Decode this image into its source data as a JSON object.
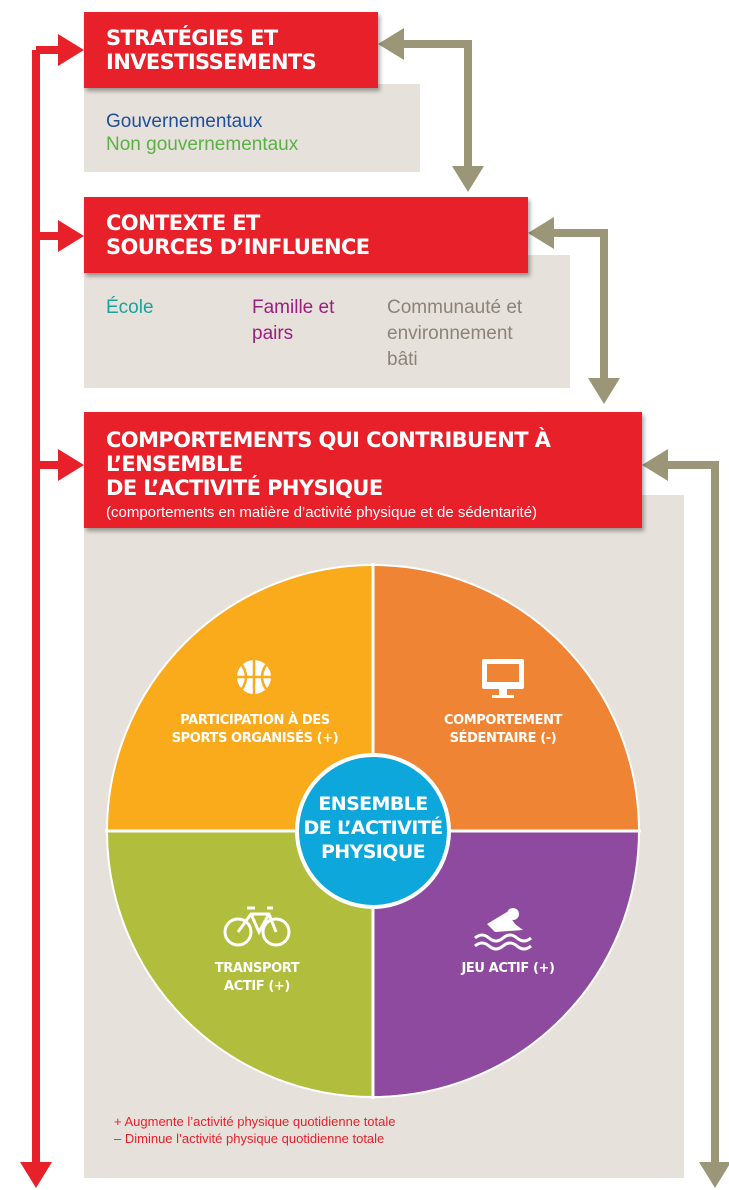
{
  "colors": {
    "red": "#e8202a",
    "olive_arrow": "#9b9677",
    "panel_bg": "#e6e1da",
    "governmental": "#1f4e9a",
    "non_governmental": "#5cb046",
    "school": "#1aa39b",
    "family": "#9c1f7e",
    "community": "#8c8378",
    "sports": "#f9ab1c",
    "sedentary": "#ee8434",
    "transport": "#b1bd3c",
    "play": "#8e4a9e",
    "center": "#0ea7dc"
  },
  "strategies": {
    "title_line1": "STRATÉGIES ET",
    "title_line2": "INVESTISSEMENTS",
    "governmental": "Gouvernementaux",
    "non_governmental": "Non gouvernementaux"
  },
  "context": {
    "title_line1": "CONTEXTE ET",
    "title_line2": "SOURCES D’INFLUENCE",
    "school": "École",
    "family_line1": "Famille et",
    "family_line2": "pairs",
    "community_line1": "Communauté et",
    "community_line2": "environnement",
    "community_line3": "bâti"
  },
  "behaviours": {
    "title_line1": "COMPORTEMENTS QUI CONTRIBUENT À L’ENSEMBLE",
    "title_line2": "DE L’ACTIVITÉ PHYSIQUE",
    "subtitle": "(comportements en matière d’activité physique et de sédentarité)"
  },
  "circle": {
    "center_line1": "ENSEMBLE",
    "center_line2": "DE L’ACTIVITÉ",
    "center_line3": "PHYSIQUE",
    "quadrants": [
      {
        "key": "sports",
        "icon": "basketball-icon",
        "line1": "PARTICIPATION À DES",
        "line2": "SPORTS ORGANISÉS (+)"
      },
      {
        "key": "sedentary",
        "icon": "monitor-icon",
        "line1": "COMPORTEMENT",
        "line2": "SÉDENTAIRE (-)"
      },
      {
        "key": "transport",
        "icon": "bicycle-icon",
        "line1": "TRANSPORT",
        "line2": "ACTIF (+)"
      },
      {
        "key": "play",
        "icon": "swimmer-icon",
        "line1": "JEU ACTIF (+)",
        "line2": ""
      }
    ]
  },
  "legend": {
    "increase": "+ Augmente l’activité physique quotidienne totale",
    "decrease": "– Diminue l’activité physique quotidienne totale"
  }
}
